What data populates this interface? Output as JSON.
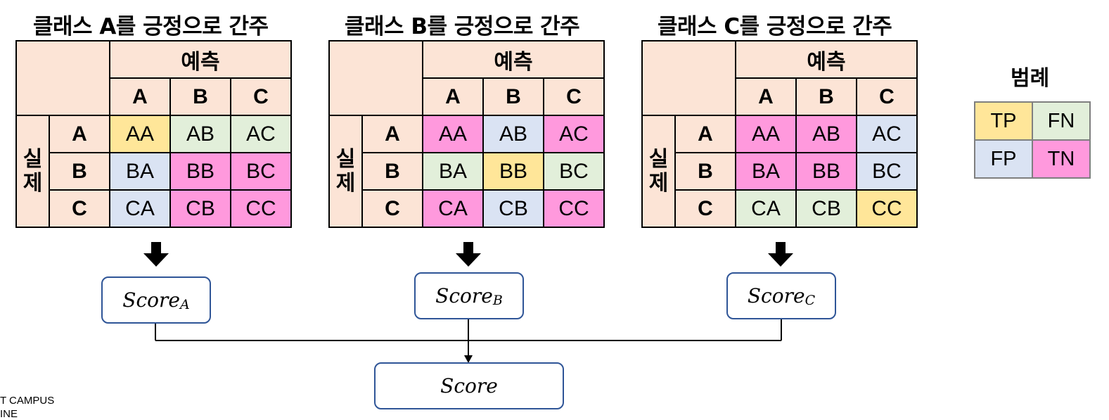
{
  "colors": {
    "tp": "#ffe699",
    "fn": "#e2efda",
    "fp": "#dae3f3",
    "tn": "#ff99dd",
    "header": "#fce4d6",
    "box_border": "#2f5597"
  },
  "labels": {
    "predicted": "예측",
    "actual_1": "실",
    "actual_2": "제",
    "classes": [
      "A",
      "B",
      "C"
    ]
  },
  "panels": [
    {
      "title": "클래스 A를 긍정으로 간주",
      "cells": [
        [
          "AA",
          "AB",
          "AC"
        ],
        [
          "BA",
          "BB",
          "BC"
        ],
        [
          "CA",
          "CB",
          "CC"
        ]
      ],
      "roles": [
        [
          "tp",
          "fn",
          "fn"
        ],
        [
          "fp",
          "tn",
          "tn"
        ],
        [
          "fp",
          "tn",
          "tn"
        ]
      ],
      "score": {
        "base": "Score",
        "sub": "A"
      }
    },
    {
      "title": "클래스 B를 긍정으로 간주",
      "cells": [
        [
          "AA",
          "AB",
          "AC"
        ],
        [
          "BA",
          "BB",
          "BC"
        ],
        [
          "CA",
          "CB",
          "CC"
        ]
      ],
      "roles": [
        [
          "tn",
          "fp",
          "tn"
        ],
        [
          "fn",
          "tp",
          "fn"
        ],
        [
          "tn",
          "fp",
          "tn"
        ]
      ],
      "score": {
        "base": "Score",
        "sub": "B"
      }
    },
    {
      "title": "클래스 C를 긍정으로 간주",
      "cells": [
        [
          "AA",
          "AB",
          "AC"
        ],
        [
          "BA",
          "BB",
          "BC"
        ],
        [
          "CA",
          "CB",
          "CC"
        ]
      ],
      "roles": [
        [
          "tn",
          "tn",
          "fp"
        ],
        [
          "tn",
          "tn",
          "fp"
        ],
        [
          "fn",
          "fn",
          "tp"
        ]
      ],
      "score": {
        "base": "Score",
        "sub": "C"
      }
    }
  ],
  "final_score": "Score",
  "legend": {
    "title": "범례",
    "items": [
      [
        "TP",
        "FN"
      ],
      [
        "FP",
        "TN"
      ]
    ],
    "roles": [
      [
        "tp",
        "fn"
      ],
      [
        "fp",
        "tn"
      ]
    ]
  },
  "footer": {
    "line1": "T CAMPUS",
    "line2": "INE"
  }
}
